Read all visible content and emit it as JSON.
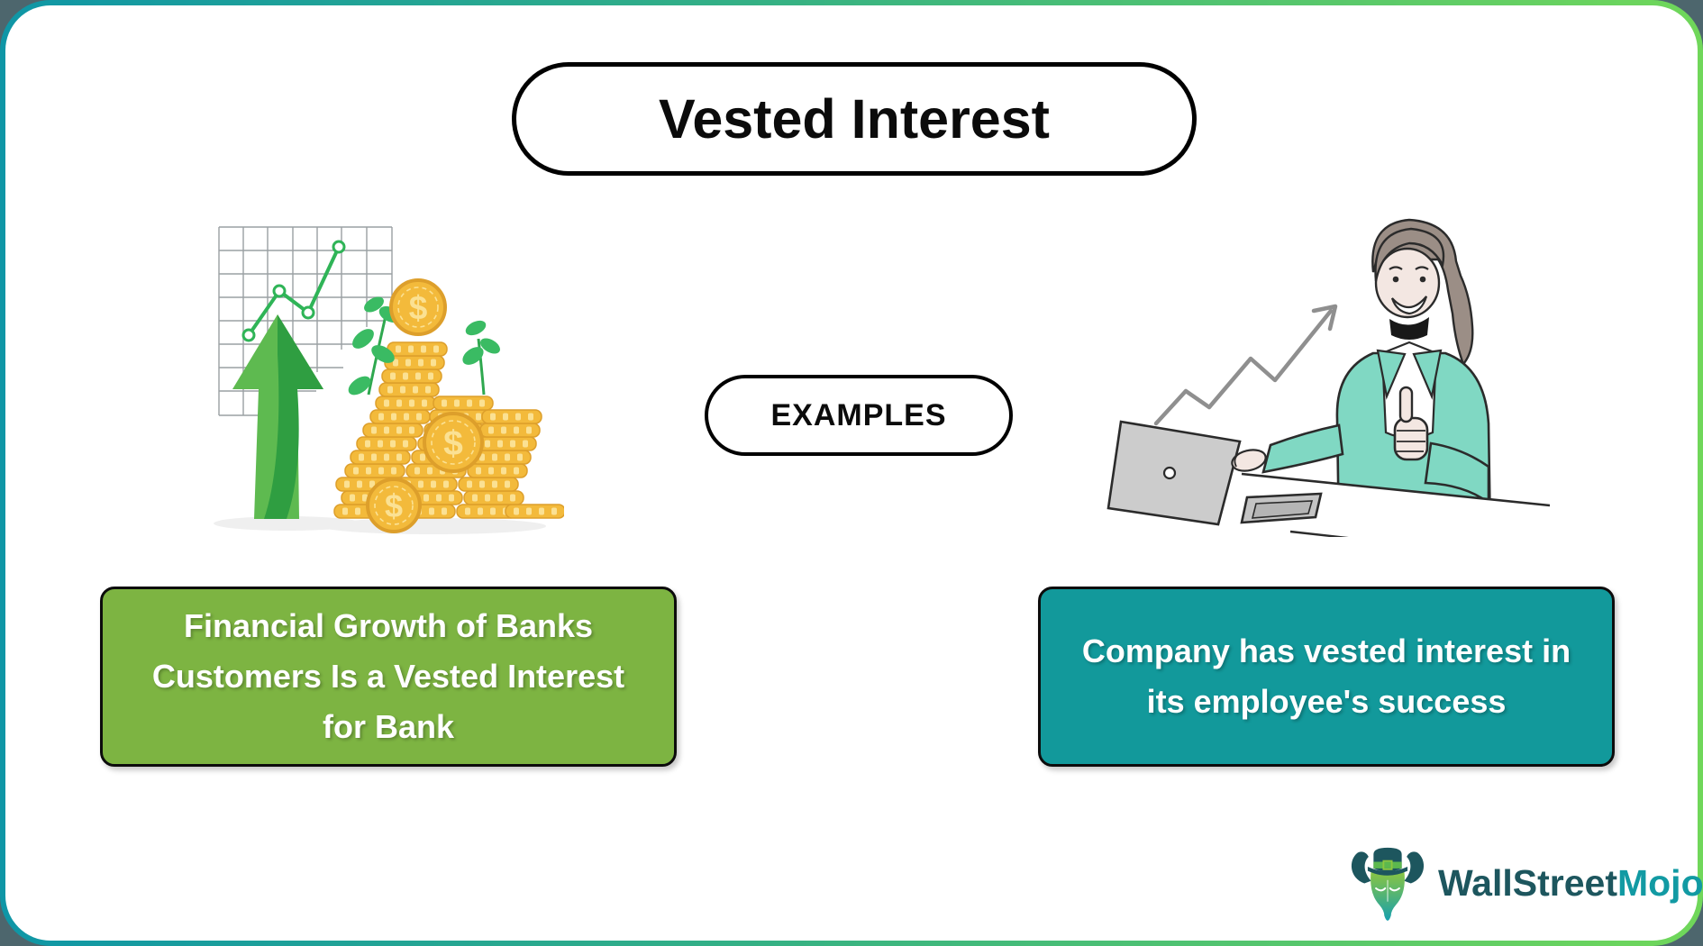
{
  "title": {
    "label": "Vested Interest"
  },
  "examples_pill": {
    "label": "EXAMPLES"
  },
  "example_boxes": {
    "left": {
      "text": "Financial Growth of Banks Customers Is a Vested Interest for Bank",
      "bg": "#7db442"
    },
    "right": {
      "text": "Company has vested interest in its employee's success",
      "bg": "#12999b"
    }
  },
  "logo": {
    "part1": "WallStreet",
    "part2": "Mojo",
    "icon": "bull-with-top-hat-icon",
    "part1_color": "#1d565e",
    "part2_color": "#129aa3"
  },
  "illustrations": {
    "left": {
      "name": "growth-chart-arrow-coins-illustration"
    },
    "right": {
      "name": "woman-laptop-thumbs-up-growth-arrow-illustration"
    }
  },
  "colors": {
    "outer_background": "#4d666d",
    "border_gradient_start": "#0f96a6",
    "border_gradient_end": "#70d75a",
    "pill_border": "#000000",
    "box_text": "#ffffff",
    "arrow_green_light": "#5eba50",
    "arrow_green_dark": "#2f9e41",
    "coin_gold": "#f3ba3b",
    "leaf_green": "#3abb63",
    "jacket_mint": "#80d8c3",
    "gray_arrow": "#8f8f8f"
  }
}
